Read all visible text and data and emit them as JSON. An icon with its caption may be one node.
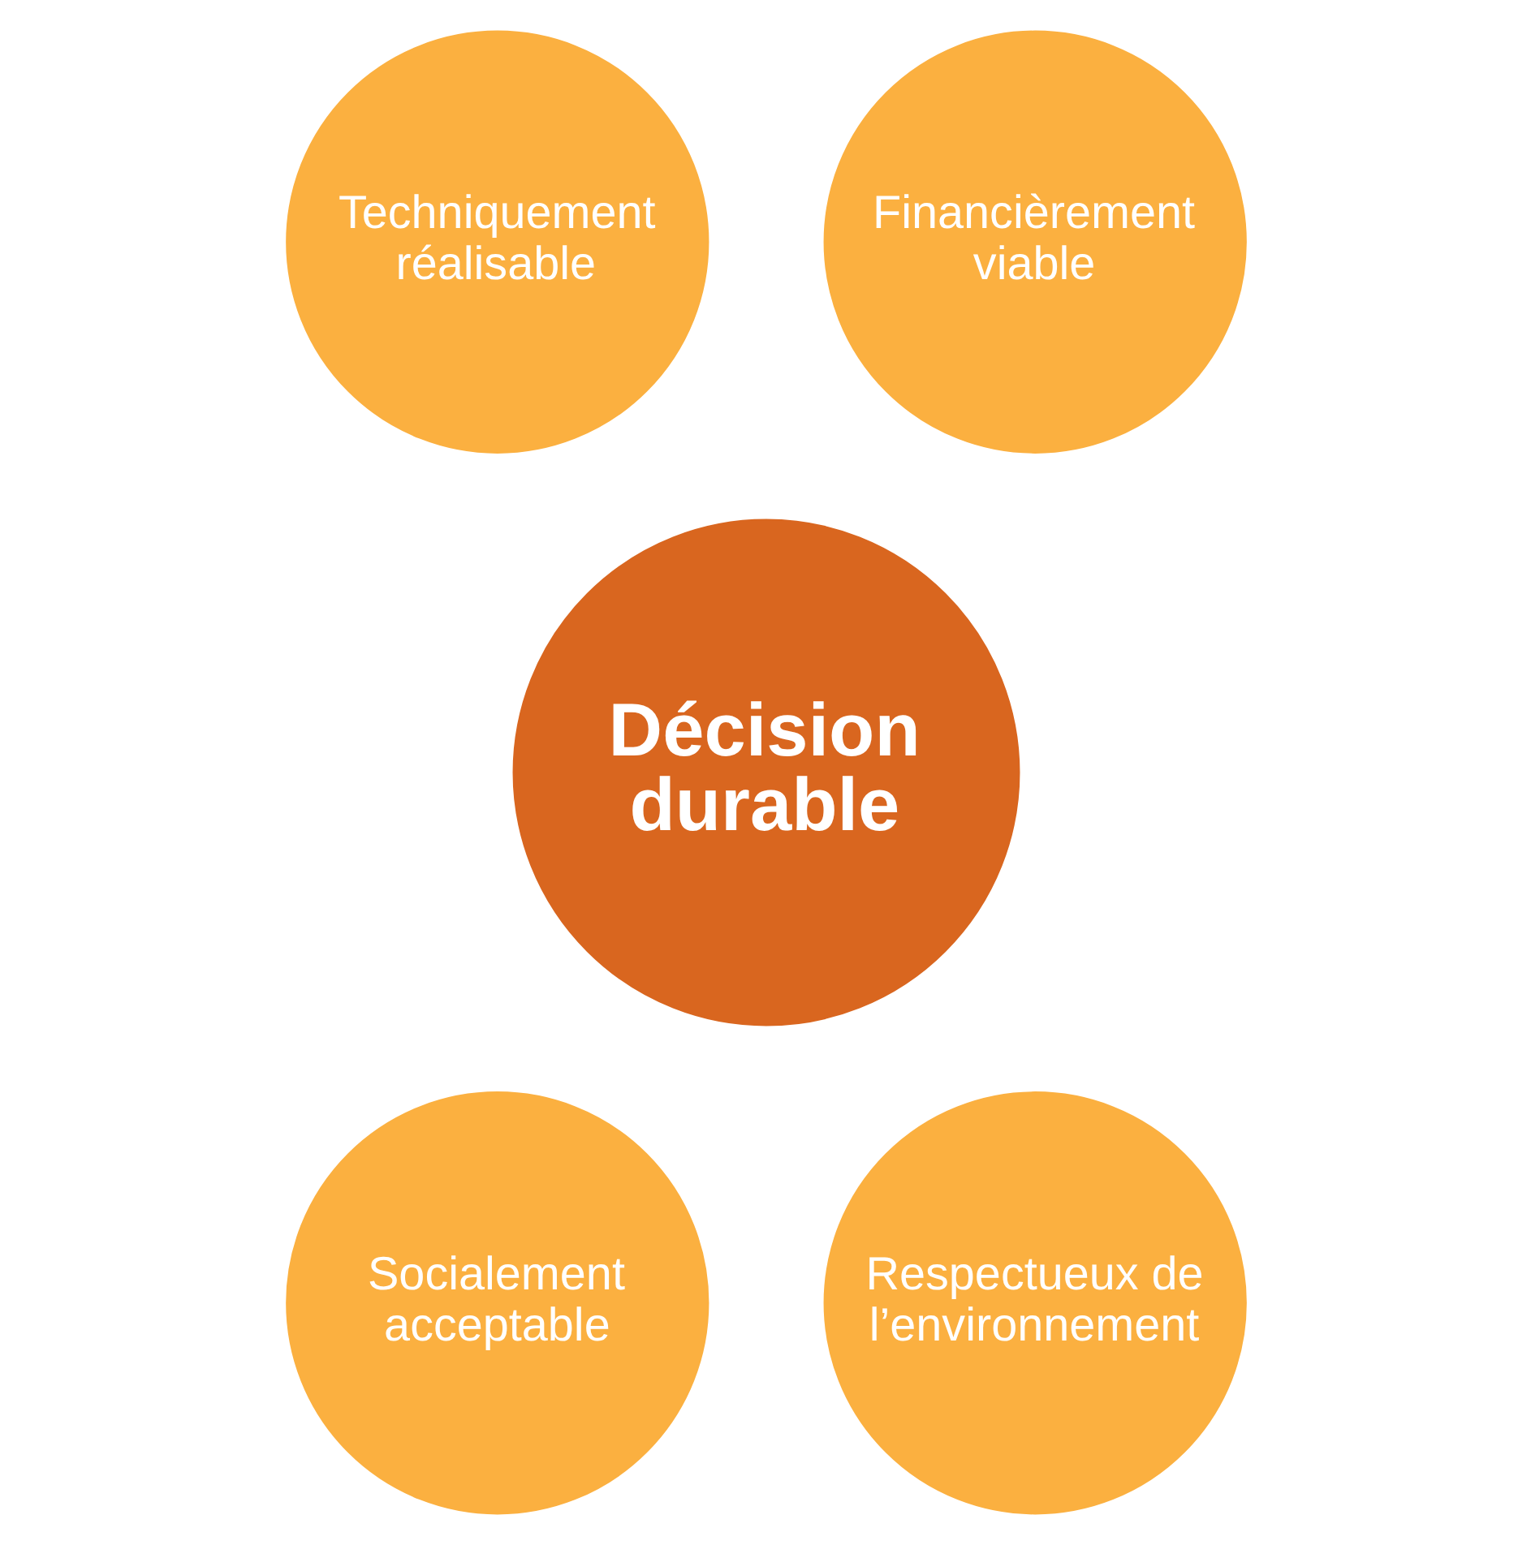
{
  "diagram": {
    "nodes": [
      {
        "text": [
          "Techniquement réalisable"
        ]
      },
      {
        "text": [
          "Financièrement viable"
        ]
      },
      {
        "text": [
          "Décision durable"
        ]
      },
      {
        "text": [
          "Socialement acceptable"
        ]
      },
      {
        "text": [
          "Respectueux de l’environnement"
        ]
      }
    ]
  }
}
